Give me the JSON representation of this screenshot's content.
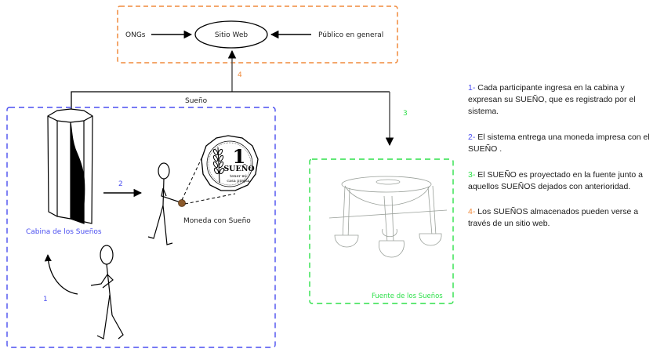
{
  "colors": {
    "orange": "#f08a3c",
    "blue": "#4a4ef0",
    "green": "#2ee04a",
    "dark": "#1a1a1a"
  },
  "top_box": {
    "left_label": "ONGs",
    "center_label": "Sitio Web",
    "right_label": "Público en general"
  },
  "connectors": {
    "step4_number": "4",
    "branch_label": "Sueño",
    "step3_number": "3",
    "step2_number": "2",
    "step1_number": "1"
  },
  "cabin_box": {
    "cabin_label": "Cabina de los Sueños",
    "coin_label": "Moneda con Sueño",
    "coin": {
      "value": "1",
      "word": "SUEÑO",
      "inscription_line1": "tener mi",
      "inscription_line2": "casa propia"
    }
  },
  "fountain_box": {
    "label": "Fuente de los Sueños"
  },
  "steps": [
    {
      "number": "1-",
      "text": " Cada participante ingresa en la cabina y expresan su SUEÑO, que es registrado por el sistema.",
      "color": "#4a4ef0"
    },
    {
      "number": "2-",
      "text": " El sistema entrega una moneda impresa con el SUEÑO .",
      "color": "#4a4ef0"
    },
    {
      "number": "3-",
      "text": " El SUEÑO es proyectado en la fuente junto a aquellos SUEÑOS dejados con anterioridad.",
      "color": "#2ee04a"
    },
    {
      "number": "4-",
      "text": " Los SUEÑOS almacenados pueden verse a través de un sitio web.",
      "color": "#f08a3c"
    }
  ]
}
